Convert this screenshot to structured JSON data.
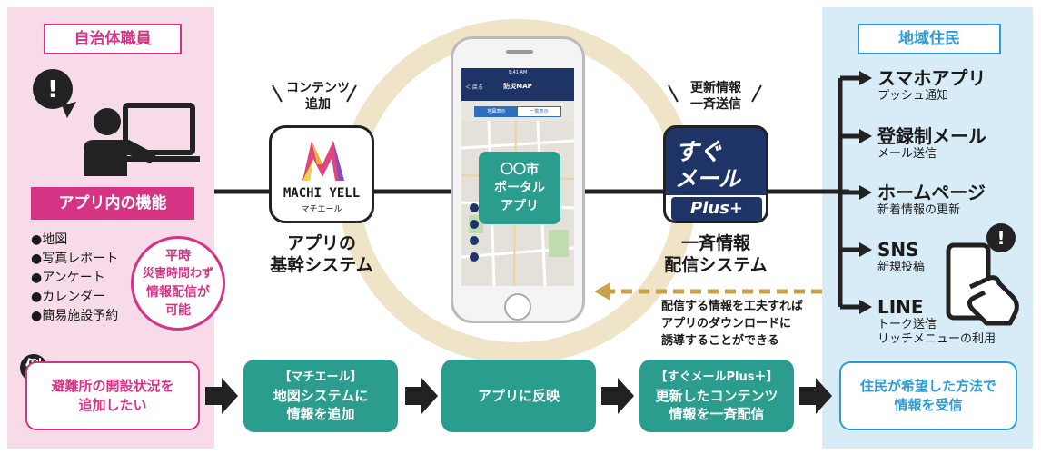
{
  "left": {
    "tag": "自治体職員",
    "bar": "アプリ内の機能",
    "features": [
      "●地図",
      "●写真レポート",
      "●アンケート",
      "●カレンダー",
      "●簡易施設予約"
    ],
    "note": [
      "平時",
      "災害時問わず",
      "情報配信が",
      "可能"
    ]
  },
  "right": {
    "tag": "地域住民",
    "channels": [
      {
        "title": "スマホアプリ",
        "sub": [
          "プッシュ通知"
        ]
      },
      {
        "title": "登録制メール",
        "sub": [
          "メール送信"
        ]
      },
      {
        "title": "ホームページ",
        "sub": [
          "新着情報の更新"
        ]
      },
      {
        "title": "SNS",
        "sub": [
          "新規投稿"
        ]
      },
      {
        "title": "LINE",
        "sub": [
          "トーク送信",
          "リッチメニューの利用"
        ]
      }
    ]
  },
  "machi": {
    "top_label": [
      "コンテンツ",
      "追加"
    ],
    "logo_main": "MACHI YELL",
    "logo_sub": "マチエール",
    "label": [
      "アプリの",
      "基幹システム"
    ]
  },
  "sugu": {
    "top_label": [
      "更新情報",
      "一斉送信"
    ],
    "logo_line1": "すぐ",
    "logo_line2": "メール",
    "logo_plus": "Plus+",
    "label": [
      "一斉情報",
      "配信システム"
    ]
  },
  "phone": {
    "time": "9:41 AM",
    "back": "＜ 戻る",
    "title": "防災MAP",
    "tab1": "地図表示",
    "tab2": "一覧表示",
    "overlay": [
      "〇〇市",
      "ポータル",
      "アプリ"
    ]
  },
  "feedback_note": [
    "配信する情報を工夫すれば",
    "アプリのダウンロードに",
    "誘導することができる"
  ],
  "flow": {
    "example": "例",
    "start": [
      "避難所の開設状況を",
      "追加したい"
    ],
    "step1": [
      "【マチエール】",
      "地図システムに",
      "情報を追加"
    ],
    "step2": [
      "アプリに反映"
    ],
    "step3": [
      "【すぐメールPlus＋】",
      "更新したコンテンツ",
      "情報を一斉配信"
    ],
    "end": [
      "住民が希望した方法で",
      "情報を受信"
    ]
  },
  "colors": {
    "pink": "#d63384",
    "teal": "#2a9d8f",
    "blue": "#2e9bd6",
    "navy": "#1f3466",
    "ring": "#efe3c8"
  }
}
